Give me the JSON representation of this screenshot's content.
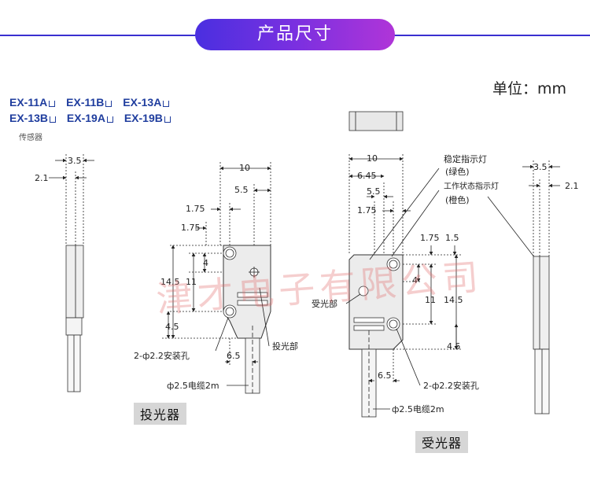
{
  "header": {
    "title": "产品尺寸",
    "accent_from": "#4a2fe0",
    "accent_to": "#b035d8"
  },
  "unit_label": "单位：mm",
  "models": [
    [
      "EX-11A",
      "EX-11B",
      "EX-13A"
    ],
    [
      "EX-13B",
      "EX-19A",
      "EX-19B"
    ]
  ],
  "sensor_label": "传感器",
  "watermark": "津才电子有限公司",
  "side_view_left": {
    "dim_top": "3.5",
    "dim_side": "2.1"
  },
  "emitter": {
    "caption": "投光器",
    "dims": {
      "width": "10",
      "hole_offset": "5.5",
      "step1": "1.75",
      "step2": "1.75",
      "hole_gap": "4",
      "height_total": "14.5",
      "height_11": "11",
      "bottom": "4.5",
      "cable_offset": "6.5"
    },
    "labels": {
      "mount_holes": "2-ф2.2安装孔",
      "emitting_part": "投光部",
      "cable": "ф2.5电缆2m"
    }
  },
  "receiver": {
    "caption": "受光器",
    "dims": {
      "width": "10",
      "d645": "6.45",
      "hole_offset": "5.5",
      "step": "1.75",
      "top_175": "1.75",
      "top_15": "1.5",
      "hole_gap": "4",
      "height_11": "11",
      "height_total": "14.5",
      "bottom": "4.5",
      "cable_offset": "6.5"
    },
    "labels": {
      "stable_led": "稳定指示灯",
      "stable_led_color": "(绿色)",
      "status_led": "工作状态指示灯",
      "status_led_color": "(橙色)",
      "receiving_part": "受光部",
      "mount_holes": "2-ф2.2安装孔",
      "cable": "ф2.5电缆2m"
    }
  },
  "side_view_right": {
    "dim_top": "3.5",
    "dim_side": "2.1"
  }
}
